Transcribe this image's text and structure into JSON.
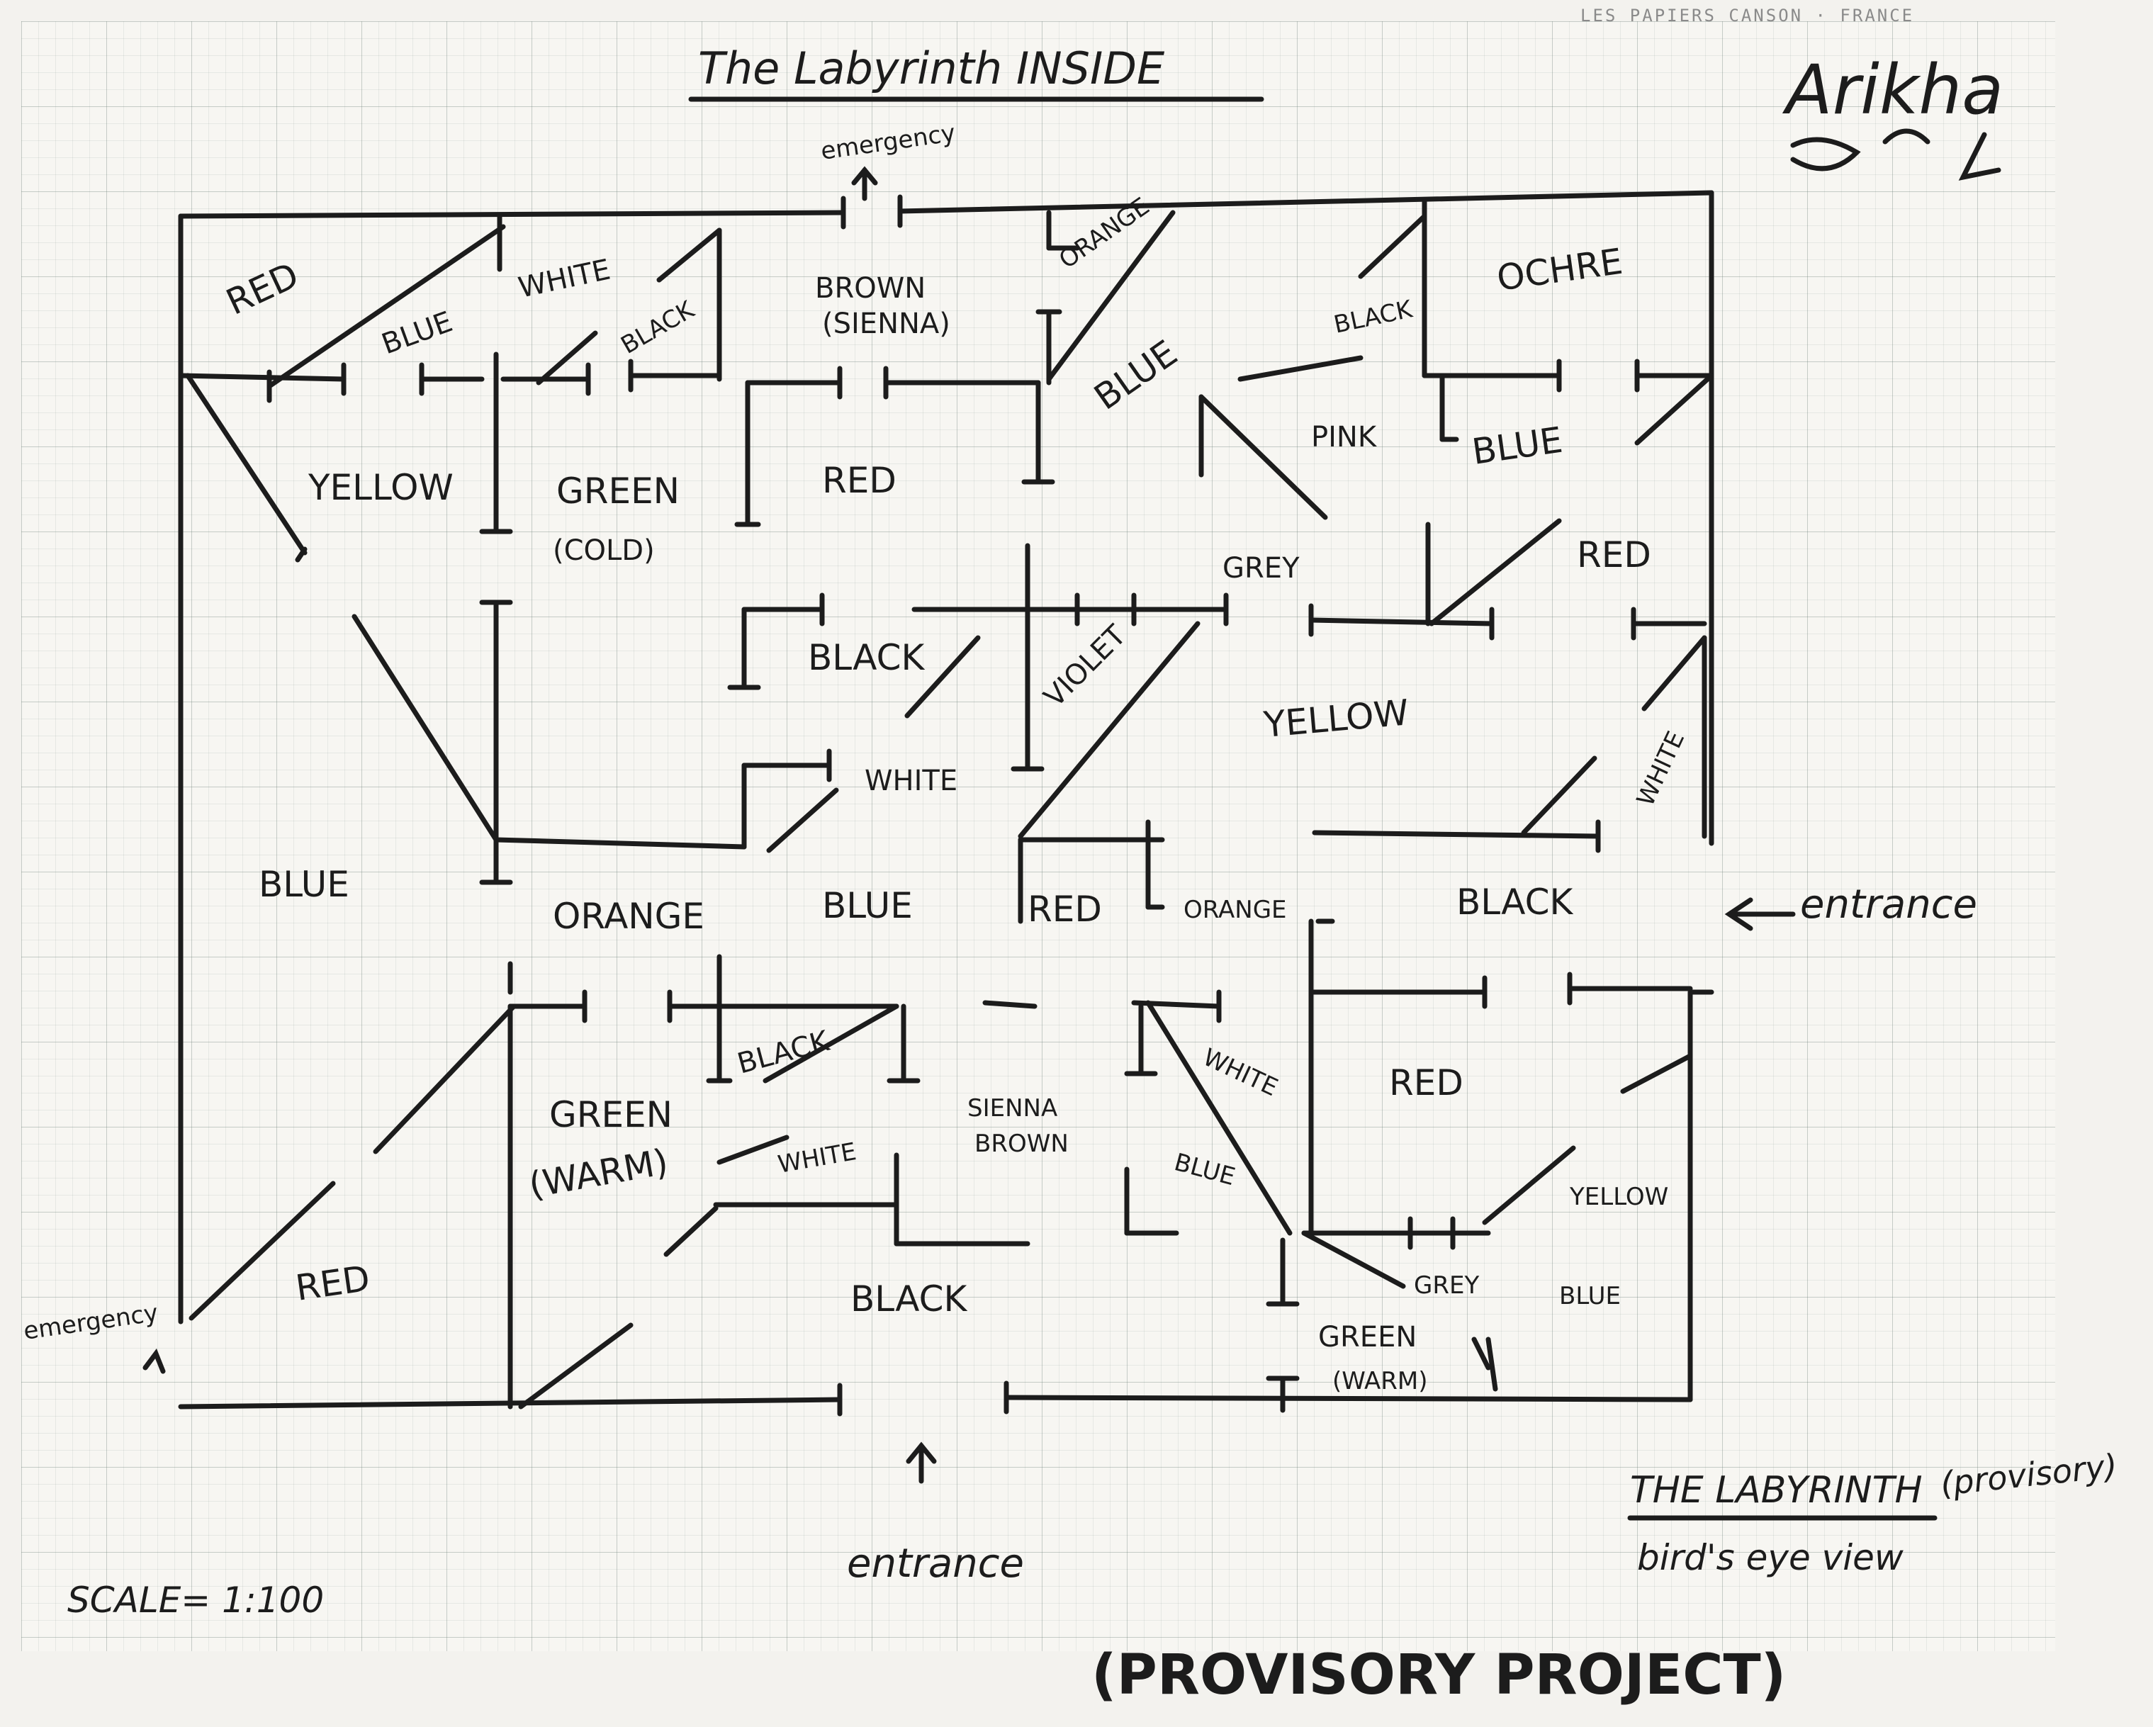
{
  "header": {
    "title": "The Labyrinth INSIDE",
    "signature": "Arikha",
    "paper_stamp": "LES PAPIERS CANSON · FRANCE"
  },
  "notes": {
    "exit_top": "emergency",
    "exit_left": "emergency",
    "entrance_right": "entrance",
    "entrance_bottom": "entrance",
    "scale": "SCALE= 1:100",
    "caption_title": "THE LABYRINTH",
    "caption_paren": "(provisory)",
    "caption_sub": "bird's eye view",
    "project": "(PROVISORY PROJECT)"
  },
  "rooms": [
    {
      "name": "RED"
    },
    {
      "name": "BLUE"
    },
    {
      "name": "WHITE"
    },
    {
      "name": "BLACK"
    },
    {
      "name": "BROWN"
    },
    {
      "name": "(SIENNA)"
    },
    {
      "name": "ORANGE"
    },
    {
      "name": "BLUE"
    },
    {
      "name": "BLACK"
    },
    {
      "name": "OCHRE"
    },
    {
      "name": "YELLOW"
    },
    {
      "name": "GREEN"
    },
    {
      "name": "(COLD)"
    },
    {
      "name": "RED"
    },
    {
      "name": "PINK"
    },
    {
      "name": "BLUE"
    },
    {
      "name": "GREY"
    },
    {
      "name": "RED"
    },
    {
      "name": "BLACK"
    },
    {
      "name": "VIOLET"
    },
    {
      "name": "YELLOW"
    },
    {
      "name": "WHITE"
    },
    {
      "name": "WHITE"
    },
    {
      "name": "BLUE"
    },
    {
      "name": "ORANGE"
    },
    {
      "name": "BLUE"
    },
    {
      "name": "RED"
    },
    {
      "name": "ORANGE"
    },
    {
      "name": "BLACK"
    },
    {
      "name": "BLACK"
    },
    {
      "name": "GREEN"
    },
    {
      "name": "(WARM)"
    },
    {
      "name": "WHITE"
    },
    {
      "name": "SIENNA"
    },
    {
      "name": "BROWN"
    },
    {
      "name": "WHITE"
    },
    {
      "name": "RED"
    },
    {
      "name": "BLUE"
    },
    {
      "name": "YELLOW"
    },
    {
      "name": "RED"
    },
    {
      "name": "BLACK"
    },
    {
      "name": "GREY"
    },
    {
      "name": "BLUE"
    },
    {
      "name": "GREEN"
    },
    {
      "name": "(WARM)"
    }
  ]
}
